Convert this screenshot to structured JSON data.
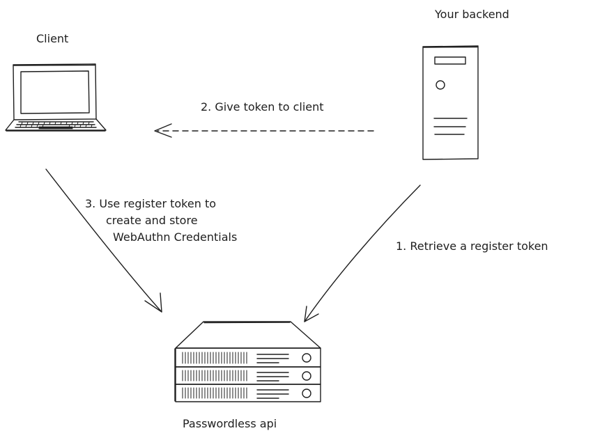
{
  "nodes": {
    "client": {
      "label": "Client"
    },
    "backend": {
      "label": "Your backend"
    },
    "api": {
      "label": "Passwordless api"
    }
  },
  "edges": {
    "step1": {
      "label": "1. Retrieve a register token"
    },
    "step2": {
      "label": "2. Give token to client"
    },
    "step3": {
      "lines": [
        "3. Use register token to",
        "create and store",
        "WebAuthn Credentials"
      ]
    }
  },
  "colors": {
    "ink": "#1e1e1e",
    "background": "#ffffff"
  }
}
